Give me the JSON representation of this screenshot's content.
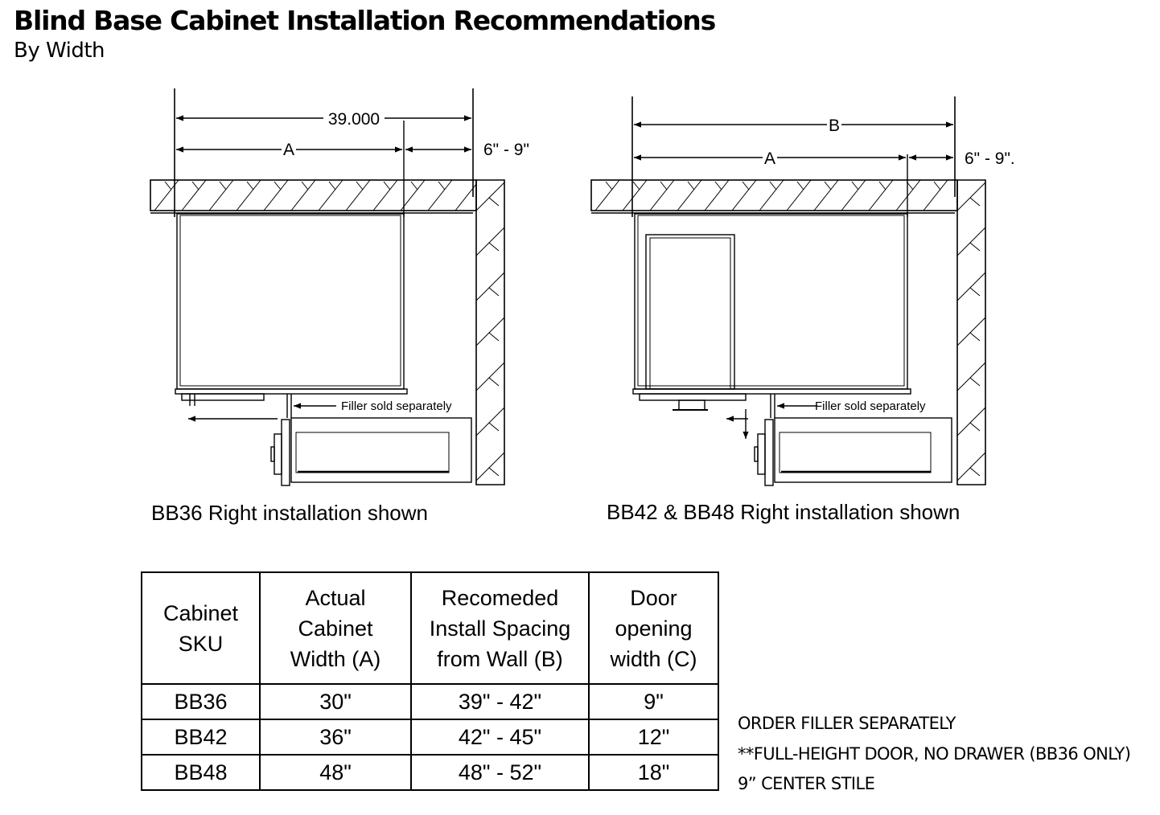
{
  "header": {
    "title": "Blind Base Cabinet Installation Recommendations",
    "subtitle": "By Width"
  },
  "left_diagram": {
    "dim_total": "39.000",
    "dim_a": "A",
    "dim_gap": "6\" -  9\"",
    "filler_note": "Filler sold separately",
    "caption": "BB36 Right installation shown"
  },
  "right_diagram": {
    "dim_total": "B",
    "dim_a": "A",
    "dim_gap": "6\" -  9\".",
    "filler_note": "Filler sold separately",
    "caption": "BB42 & BB48 Right installation shown"
  },
  "table": {
    "headers": [
      [
        "Cabinet",
        "SKU"
      ],
      [
        "Actual",
        "Cabinet",
        "Width (A)"
      ],
      [
        "Recomeded",
        "Install Spacing",
        "from Wall (B)"
      ],
      [
        "Door",
        "opening",
        "width (C)"
      ]
    ],
    "rows": [
      [
        "BB36",
        "30\"",
        "39\" - 42\"",
        "9\""
      ],
      [
        "BB42",
        "36\"",
        "42\" - 45\"",
        "12\""
      ],
      [
        "BB48",
        "48\"",
        "48\" - 52\"",
        "18\""
      ]
    ]
  },
  "notes": [
    "ORDER FILLER SEPARATELY",
    "**FULL-HEIGHT DOOR, NO DRAWER (BB36 ONLY)",
    "9” CENTER STILE"
  ]
}
